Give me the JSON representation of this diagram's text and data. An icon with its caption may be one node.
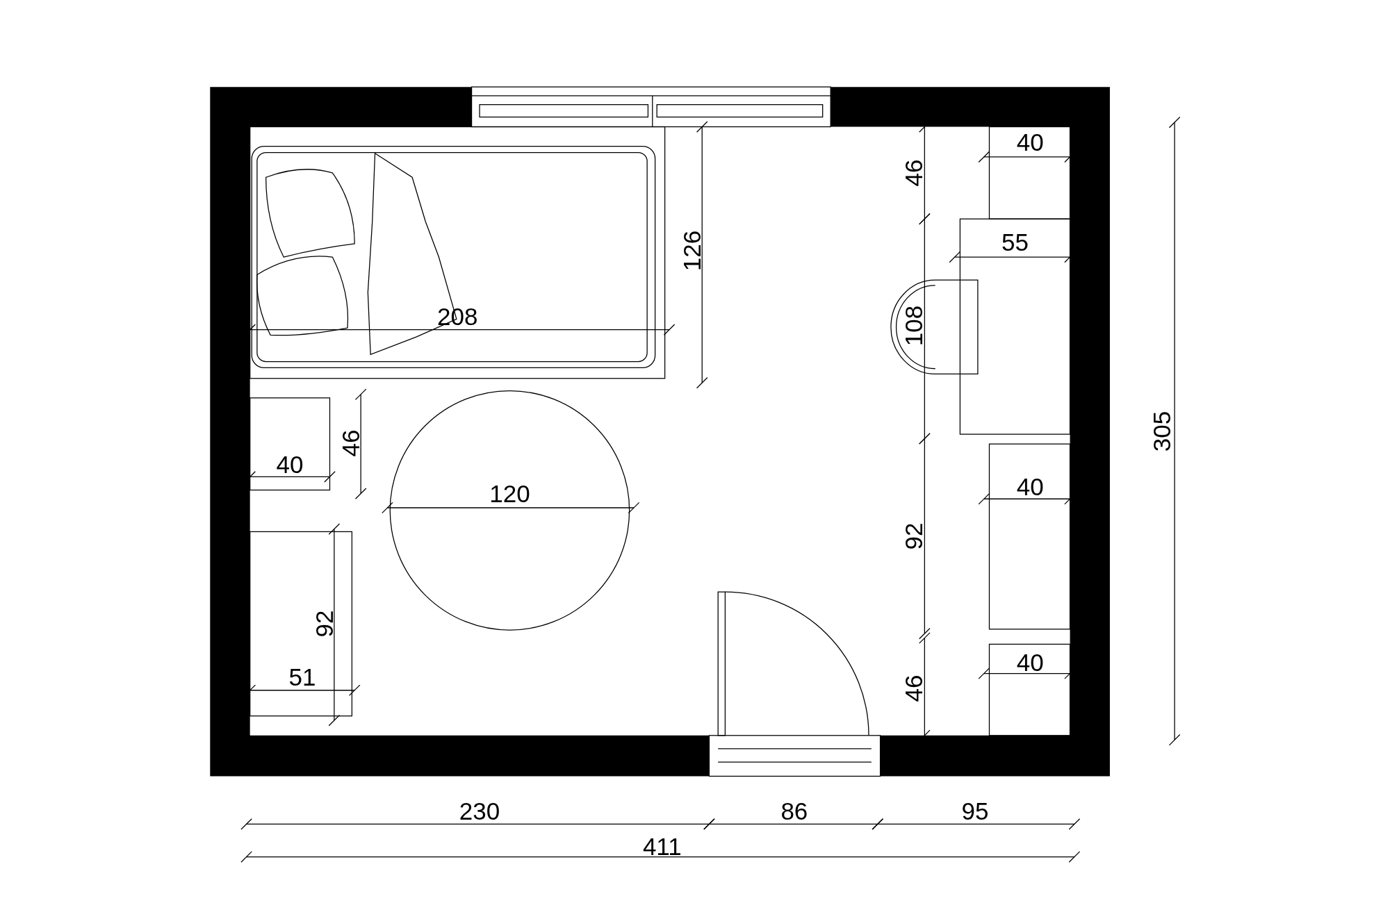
{
  "diagram": {
    "labels": [
      "40",
      "46",
      "55",
      "126",
      "208",
      "108",
      "305",
      "46",
      "40",
      "40",
      "120",
      "92",
      "92",
      "40",
      "51",
      "46",
      "230",
      "86",
      "95",
      "411"
    ]
  }
}
